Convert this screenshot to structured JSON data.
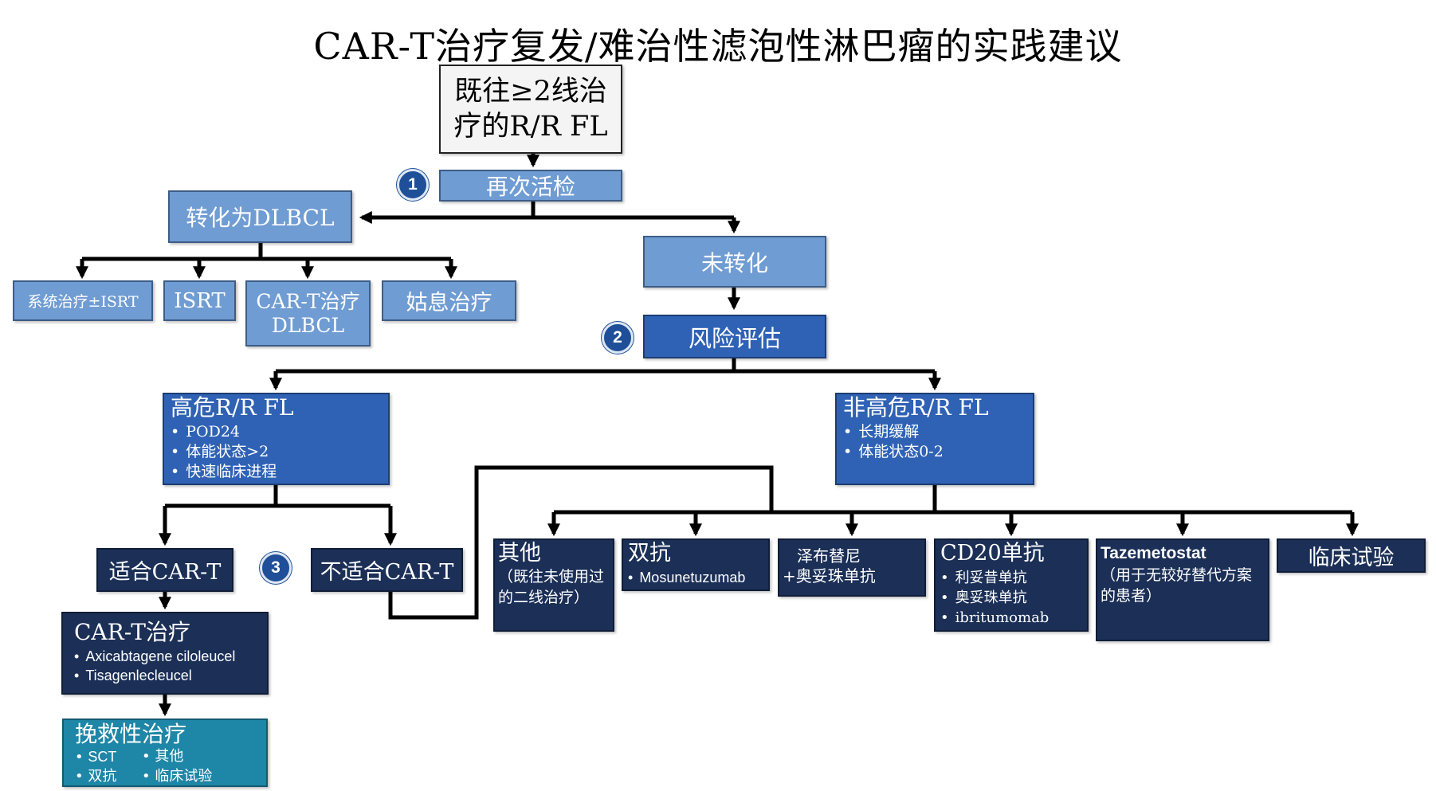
{
  "title": "CAR-T治疗复发/难治性滤泡性淋巴瘤的实践建议",
  "start": "既往≥2线治疗的R/R FL",
  "steps": {
    "rebiopsy": "再次活检",
    "transformed": "转化为DLBCL",
    "not_transformed": "未转化",
    "risk": "风险评估"
  },
  "transformed_options": [
    "系统治疗±ISRT",
    "ISRT",
    "CAR-T治疗 DLBCL",
    "姑息治疗"
  ],
  "high_risk": {
    "title": "高危R/R FL",
    "items": [
      "POD24",
      "体能状态>2",
      "快速临床进程"
    ]
  },
  "non_high_risk": {
    "title": "非高危R/R FL",
    "items": [
      "长期缓解",
      "体能状态0-2"
    ]
  },
  "car_t_fit": "适合CAR-T",
  "car_t_unfit": "不适合CAR-T",
  "car_t_therapy": {
    "title": "CAR-T治疗",
    "items": [
      "Axicabtagene ciloleucel",
      "Tisagenlecleucel"
    ]
  },
  "salvage": {
    "title": "挽救性治疗",
    "items": [
      "SCT",
      "其他",
      "双抗",
      "临床试验"
    ]
  },
  "options": {
    "other": {
      "title": "其他",
      "note": "（既往未使用过的二线治疗）"
    },
    "bispecific": {
      "title": "双抗",
      "items": [
        "Mosunetuzumab"
      ]
    },
    "zanubrutinib": {
      "line1": "泽布替尼",
      "line2": "+奥妥珠单抗"
    },
    "cd20": {
      "title": "CD20单抗",
      "items": [
        "利妥昔单抗",
        "奥妥珠单抗",
        "ibritumomab"
      ]
    },
    "tazemetostat": {
      "title": "Tazemetostat",
      "note": "（用于无较好替代方案的患者）"
    },
    "trial": "临床试验"
  },
  "badges": [
    "1",
    "2",
    "3"
  ],
  "colors": {
    "light_blue": "#6f9cd3",
    "mid_blue": "#2f62b5",
    "navy": "#1b2f57",
    "teal": "#1e86a6",
    "badge": "#1f4f98"
  }
}
